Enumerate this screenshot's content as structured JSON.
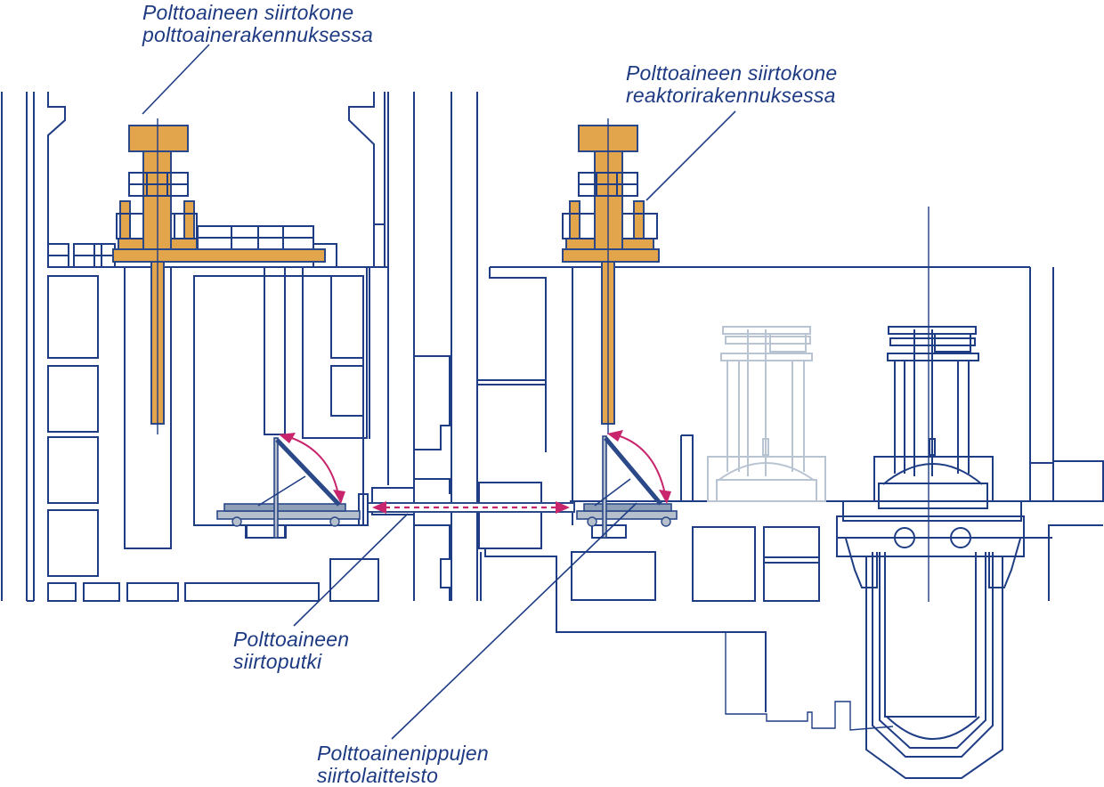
{
  "diagram": {
    "language": "fi",
    "subject": "Fuel transfer system between fuel building and reactor building",
    "colors": {
      "line": "#1f3d85",
      "machine_fill": "#e3a54c",
      "cart_fill": "#b5c0cc",
      "motion_arrow": "#c8256d",
      "ghost_line": "#b9c4d3",
      "text": "#1d3a82"
    }
  },
  "labels": {
    "fuel_building_machine": {
      "line1": "Polttoaineen siirtokone",
      "line2": "polttoainerakennuksessa"
    },
    "reactor_building_machine": {
      "line1": "Polttoaineen siirtokone",
      "line2": "reaktorirakennuksessa"
    },
    "transfer_tube": {
      "line1": "Polttoaineen",
      "line2": "siirtoputki"
    },
    "bundle_transfer_equipment": {
      "line1": "Polttoainenippujen",
      "line2": "siirtolaitteisto"
    }
  }
}
